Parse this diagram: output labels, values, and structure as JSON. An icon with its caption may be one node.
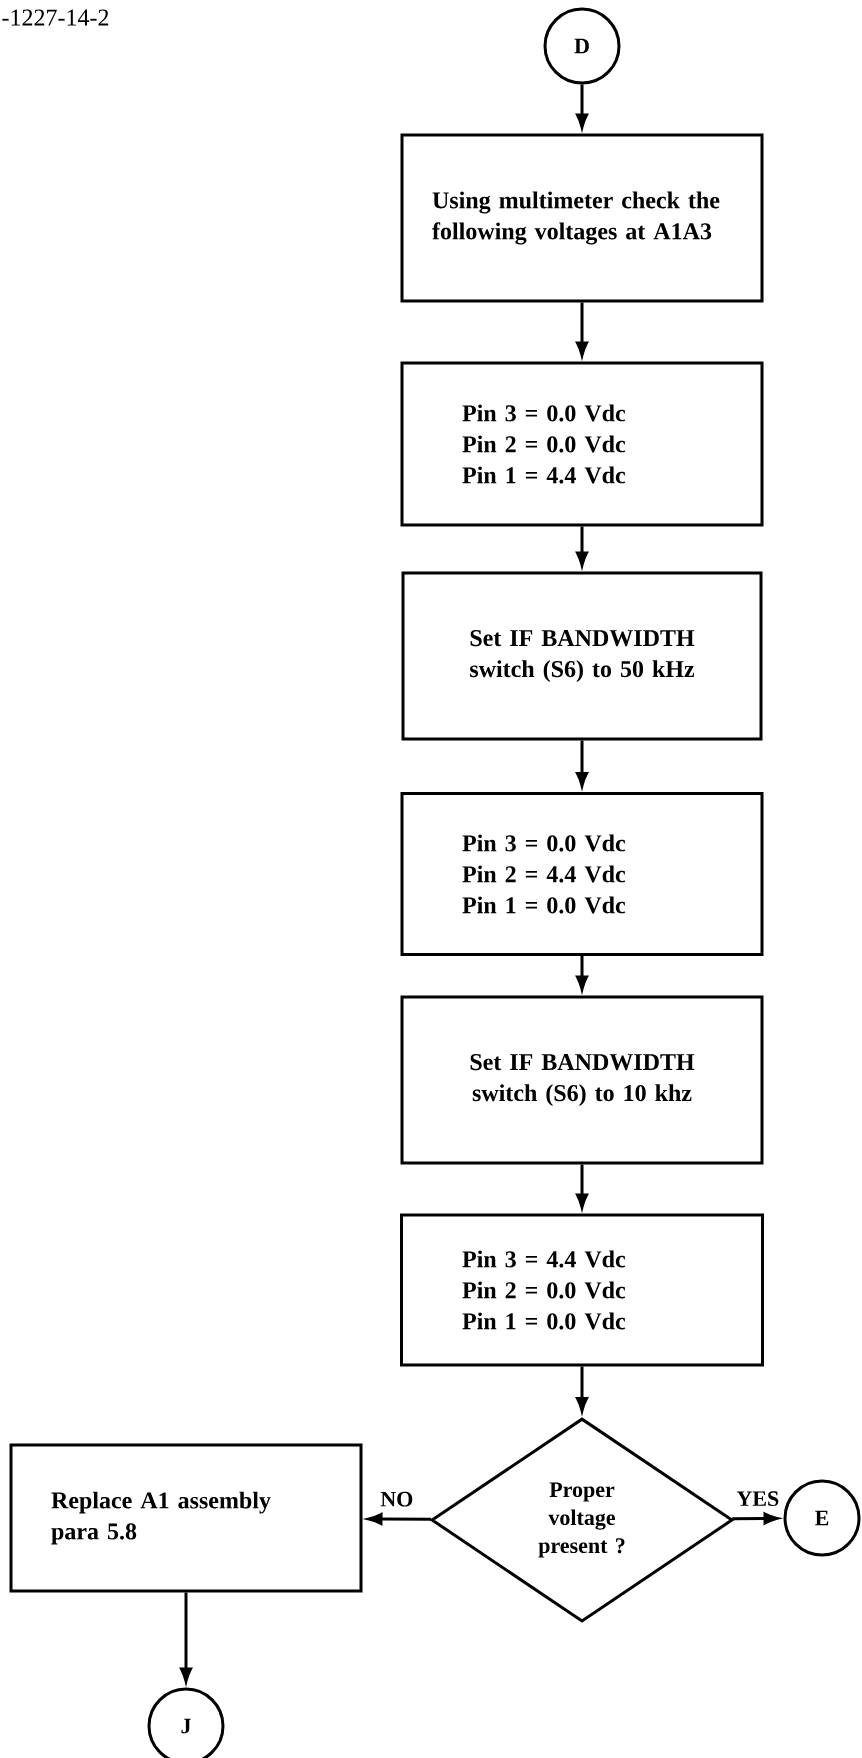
{
  "diagram": {
    "nodes": [
      {
        "text": [
          "D"
        ]
      },
      {
        "text": [
          "Using multimeter check the following voltages at A1A3"
        ]
      },
      {
        "text": [
          "Pin 3 = 0.0 Vdc",
          "Pin 2 = 0.0 Vdc",
          "Pin 1 = 4.4 Vdc"
        ]
      },
      {
        "text": [
          "Set IF BANDWIDTH switch (S6) to 50 kHz"
        ]
      },
      {
        "text": [
          "Pin 3 = 0.0 Vdc",
          "Pin 2 = 4.4 Vdc",
          "Pin 1 = 0.0 Vdc"
        ]
      },
      {
        "text": [
          "Set IF BANDWIDTH switch (S6) to 10 khz"
        ]
      },
      {
        "text": [
          "Pin 3 = 4.4 Vdc",
          "Pin 2 = 0.0 Vdc",
          "Pin 1 = 0.0 Vdc"
        ]
      },
      {
        "text": [
          "Proper voltage present ?"
        ]
      },
      {
        "text": [
          "Replace A1 assembly para 5.8"
        ]
      },
      {
        "text": [
          "E"
        ]
      },
      {
        "text": [
          "J"
        ]
      }
    ],
    "edges": [
      {
        "from": 0,
        "to": 1,
        "arrow": "to"
      },
      {
        "from": 1,
        "to": 2,
        "arrow": "to"
      },
      {
        "from": 2,
        "to": 3,
        "arrow": "to"
      },
      {
        "from": 3,
        "to": 4,
        "arrow": "to"
      },
      {
        "from": 4,
        "to": 5,
        "arrow": "to"
      },
      {
        "from": 5,
        "to": 6,
        "arrow": "to"
      },
      {
        "from": 6,
        "to": 7,
        "arrow": "to"
      },
      {
        "from": 7,
        "to": 8,
        "label": "NO",
        "arrow": "to"
      },
      {
        "from": 7,
        "to": 9,
        "label": "YES",
        "arrow": "to"
      },
      {
        "from": 8,
        "to": 10,
        "arrow": "to"
      }
    ],
    "labels": [
      "-1227-14-2"
    ]
  }
}
